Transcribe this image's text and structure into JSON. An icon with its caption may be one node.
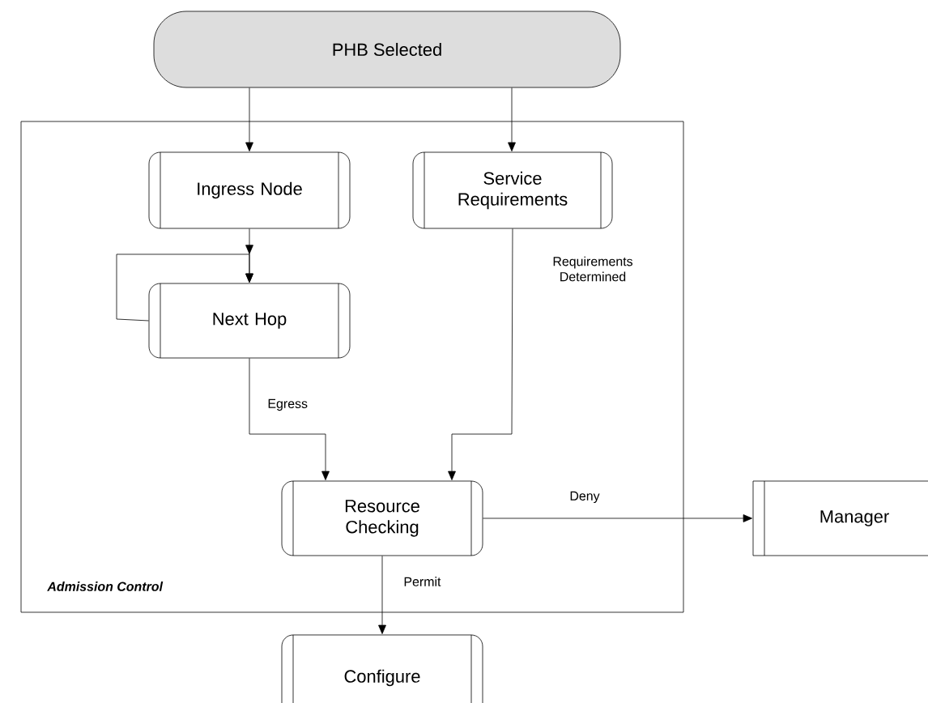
{
  "diagram": {
    "nodes": [
      {
        "text": [
          "PHB Selected"
        ]
      },
      {
        "text": [
          "Admission Control"
        ]
      },
      {
        "text": [
          "Ingress Node"
        ],
        "in": 1
      },
      {
        "text": [
          "Service Requirements"
        ],
        "in": 1
      },
      {
        "text": [
          "Next Hop"
        ],
        "in": 1
      },
      {
        "text": [
          "Resource Checking"
        ],
        "in": 1
      },
      {
        "text": [
          "Manager"
        ]
      },
      {
        "text": [
          "Configure"
        ]
      }
    ],
    "edges": [
      {
        "from": 0,
        "to": 2,
        "arrow": "to"
      },
      {
        "from": 0,
        "to": 3,
        "arrow": "to"
      },
      {
        "from": 2,
        "to": 4,
        "arrow": "to"
      },
      {
        "from": 4,
        "to": 4,
        "arrow": "to"
      },
      {
        "from": 4,
        "to": 5,
        "label": "Egress",
        "arrow": "to"
      },
      {
        "from": 3,
        "to": 5,
        "label": "Requirements Determined",
        "arrow": "to"
      },
      {
        "from": 5,
        "to": 6,
        "label": "Deny",
        "arrow": "to"
      },
      {
        "from": 5,
        "to": 7,
        "label": "Permit",
        "arrow": "to"
      }
    ]
  }
}
